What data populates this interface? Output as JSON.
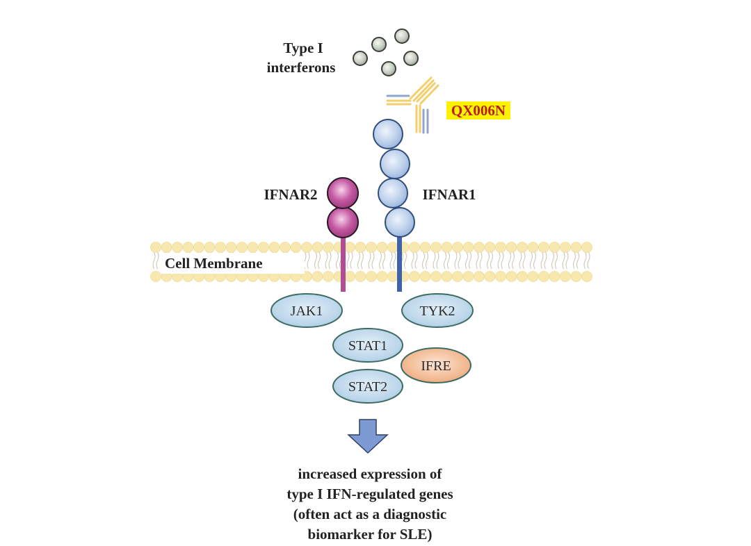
{
  "title": "Type I interferon signaling pathway blocked by QX006N",
  "ligand": {
    "label_lines": [
      "Type I",
      "interferons"
    ],
    "particle_count": 5,
    "color": "#c9cfc6"
  },
  "antibody": {
    "label": "QX006N",
    "label_color": "#b81e1e",
    "highlight_color": "#fff200",
    "heavy_chain_color": "#f2cf6a",
    "light_chain_color": "#8fa6cf"
  },
  "receptors": {
    "ifnar1": {
      "label": "IFNAR1",
      "domains": 4,
      "color": "#b9cde9",
      "stroke": "#2f4c7a",
      "stalk_color": "#3e63a8"
    },
    "ifnar2": {
      "label": "IFNAR2",
      "domains": 2,
      "color": "#c55aa3",
      "stroke": "#2a1a25",
      "stalk_color": "#b24c95"
    }
  },
  "membrane": {
    "label": "Cell Membrane",
    "head_color": "#f7e8b0",
    "tail_color": "#c9c2ae"
  },
  "kinases": [
    {
      "id": "jak1",
      "label": "JAK1"
    },
    {
      "id": "tyk2",
      "label": "TYK2"
    }
  ],
  "transcription_factors": [
    {
      "id": "stat1",
      "label": "STAT1"
    },
    {
      "id": "stat2",
      "label": "STAT2"
    }
  ],
  "element": {
    "id": "ifre",
    "label": "IFRE",
    "color": "#f2b890"
  },
  "protein_color": "#bcd6ea",
  "arrow_color": "#7d9ad3",
  "outcome": {
    "lines": [
      "increased expression of",
      "type I IFN-regulated genes",
      "(often act as a diagnostic",
      "biomarker for SLE)"
    ]
  }
}
